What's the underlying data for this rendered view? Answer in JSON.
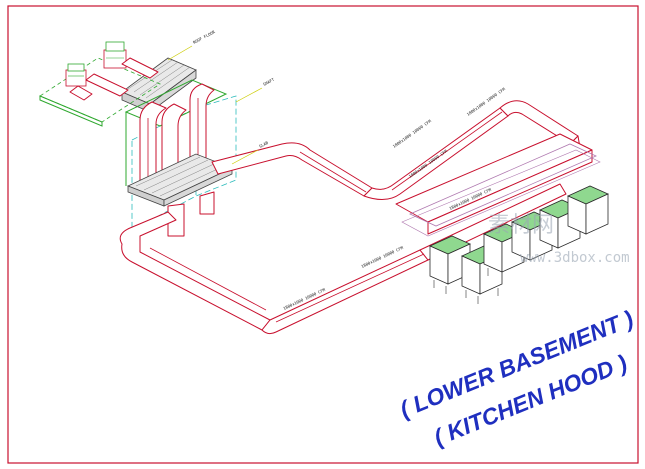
{
  "title_lines": [
    "( LOWER BASEMENT )",
    "( KITCHEN HOOD )"
  ],
  "annotations": {
    "roof_floor": "ROOF FLOOR",
    "shaft": "SHAFT",
    "slab": "SLAB"
  },
  "duct_labels": [
    "1800x1000 10000 CFM",
    "1800x1000 10000 CFM",
    "1800x1000 10000 CFM",
    "1800x1000 10000 CFM",
    "1800x1000 10000 CFM",
    "1800x1000 10000 CFM"
  ],
  "watermark": {
    "site_name": "素材网",
    "url": "www.3dbox.com"
  },
  "colors": {
    "duct": "#c8102e",
    "structure": "#2fa82f",
    "shaft": "#2bbbbb",
    "title": "#1f2fbf"
  }
}
